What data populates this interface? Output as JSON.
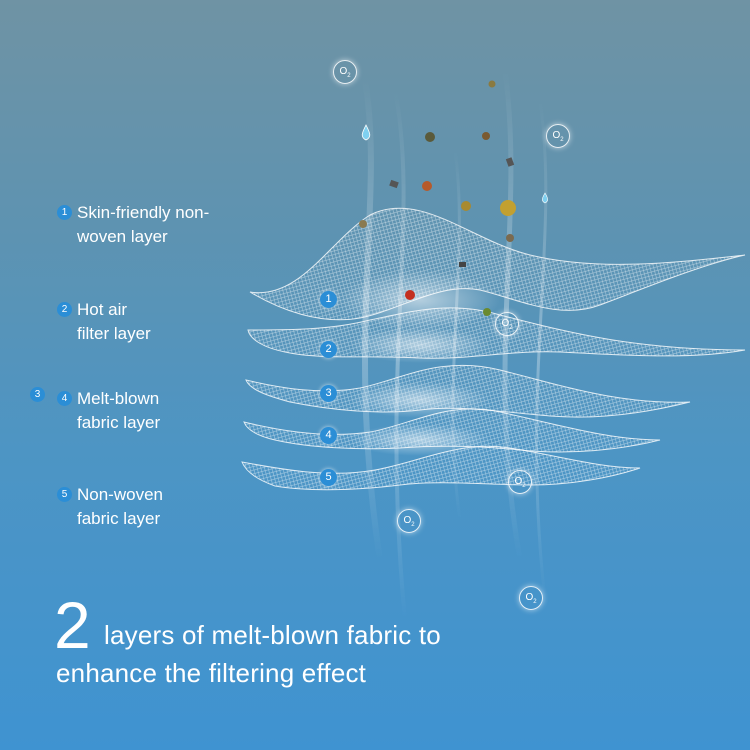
{
  "layers": [
    {
      "number": "1",
      "label": "Skin-friendly non-woven layer"
    },
    {
      "number": "2",
      "label": "Hot air filter layer"
    },
    {
      "number": "3",
      "label": ""
    },
    {
      "number": "4",
      "label": "Melt-blown fabric layer"
    },
    {
      "number": "5",
      "label": "Non-woven fabric layer"
    }
  ],
  "label_lines": {
    "l1a": "Skin-friendly non-",
    "l1b": "woven layer",
    "l2a": "Hot air",
    "l2b": "filter layer",
    "l4a": "Melt-blown",
    "l4b": "fabric layer",
    "l5a": "Non-woven",
    "l5b": "fabric layer"
  },
  "headline": {
    "number": "2",
    "line1": "layers of melt-blown fabric to",
    "line2": "enhance the filtering effect"
  },
  "oxygen_symbol": "O",
  "oxygen_subscript": "2",
  "colors": {
    "accent": "#2b8ed6",
    "text": "#ffffff",
    "bg_top": "#6f93a4",
    "bg_bottom": "#3f93d1"
  }
}
